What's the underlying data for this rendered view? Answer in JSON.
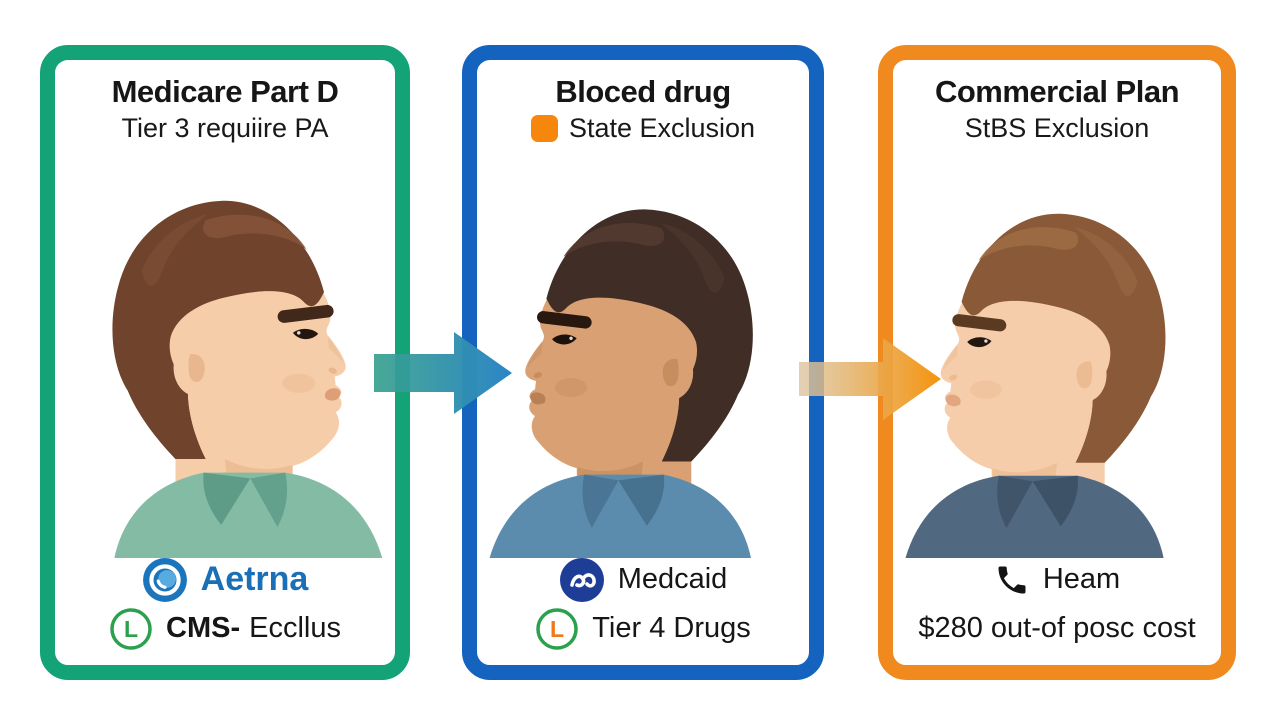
{
  "canvas": {
    "background": "#FFFFFF"
  },
  "panels": [
    {
      "name": "medicare-part-d",
      "border_color": "#14A277",
      "title": "Medicare Part D",
      "subtitle": "Tier 3 requiire PA",
      "face": {
        "direction": "right",
        "skin": "#F6CDA9",
        "skin_shade": "#E9B78F",
        "hair": "#6F432C",
        "hair_dark": "#59331F",
        "hair_light": "#845339",
        "brow": "#42281A",
        "lips": "#DE9F78",
        "shirt": "#83BBA5",
        "shirt_dark": "#5E9C87"
      },
      "footer": [
        {
          "icon": "aetna-logo-icon",
          "label": "Aetrna",
          "label_color": "#1A6FB7"
        },
        {
          "icon": "letter-l-badge-green-icon",
          "prefix": "CMS-",
          "label": "Eccllus"
        }
      ]
    },
    {
      "name": "blocked-drug",
      "border_color": "#1463BE",
      "title": "Bloced drug",
      "subtitle": "State Exclusion",
      "subtitle_marker_color": "#F5870D",
      "face": {
        "direction": "left",
        "skin": "#D9A173",
        "skin_shade": "#C68D5F",
        "hair": "#3F2D26",
        "hair_dark": "#2E211C",
        "hair_light": "#533B31",
        "brow": "#29180F",
        "lips": "#BA8055",
        "shirt": "#5C8CAD",
        "shirt_dark": "#46718F"
      },
      "footer": [
        {
          "icon": "medicaid-logo-icon",
          "label": "Medcaid"
        },
        {
          "icon": "letter-l-badge-orange-icon",
          "label": "Tier 4 Drugs"
        }
      ]
    },
    {
      "name": "commercial-plan",
      "border_color": "#F08A1E",
      "title": "Commercial Plan",
      "subtitle": "StBS Exclusion",
      "face": {
        "direction": "left",
        "skin": "#F6CDAB",
        "skin_shade": "#EBBB92",
        "hair": "#8A5A38",
        "hair_dark": "#714628",
        "hair_light": "#9C6B45",
        "brow": "#5B3A22",
        "lips": "#E2A781",
        "shirt": "#506880",
        "shirt_dark": "#3D5266"
      },
      "footer": [
        {
          "icon": "phone-icon",
          "label": "Heam"
        },
        {
          "label": "$280 out-of posc cost"
        }
      ]
    }
  ],
  "arrows": [
    {
      "name": "arrow-panel1-to-panel2",
      "color_start": "#38A18E",
      "color_end": "#2C85C6"
    },
    {
      "name": "arrow-panel2-to-panel3",
      "color_start": "#DBC5A3",
      "color_end": "#F5930B"
    }
  ],
  "icon_colors": {
    "aetna_circle": "#1B75BC",
    "aetna_inner": "#57ABDE",
    "medicaid_circle": "#1E3D96",
    "l_ring_green": "#2BA14D",
    "l_letter_green": "#2BA14D",
    "l_letter_orange": "#F07818",
    "phone_black": "#141414"
  }
}
